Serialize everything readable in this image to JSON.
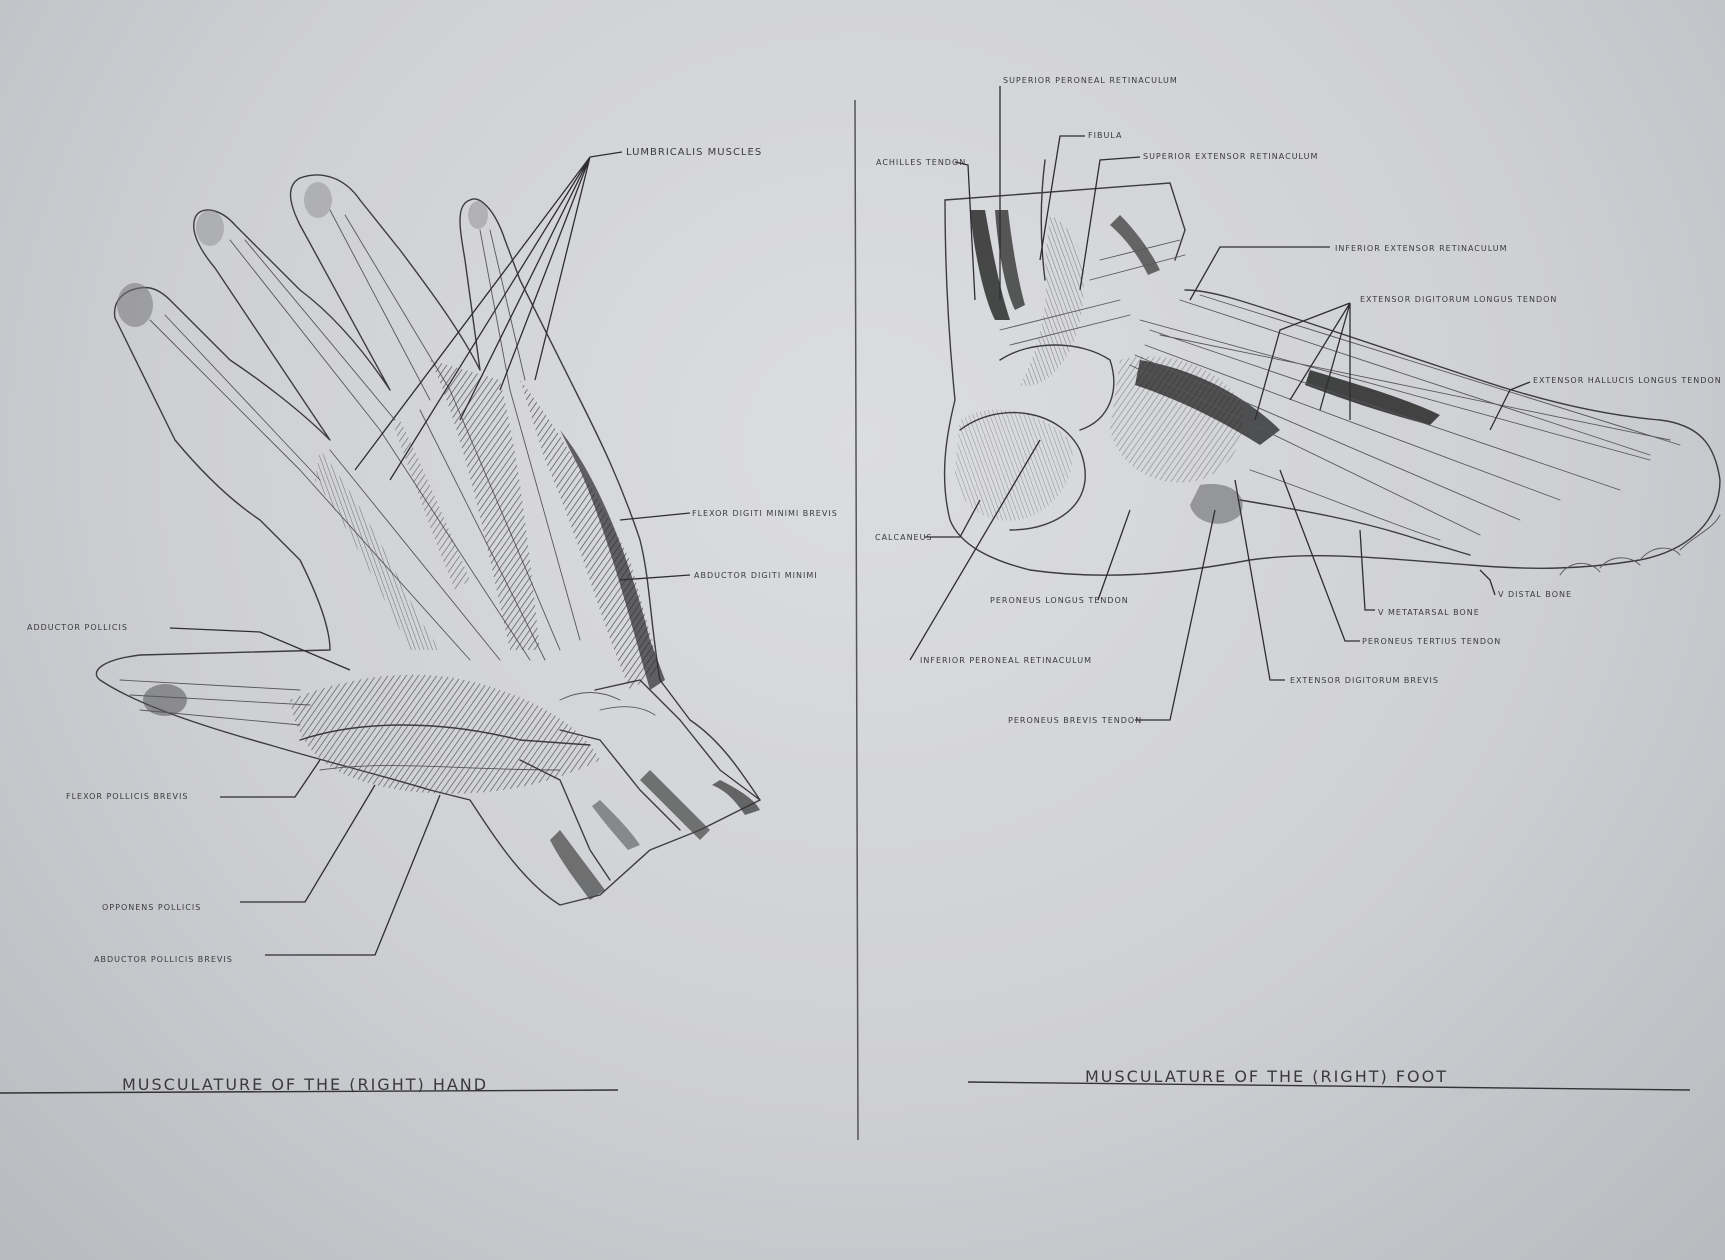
{
  "hand": {
    "title": "MUSCULATURE OF THE (RIGHT) HAND",
    "labels": {
      "lumbricalis": "LUMBRICALIS MUSCLES",
      "flexor_digiti": "FLEXOR DIGITI MINIMI BREVIS",
      "abductor_digiti": "ABDUCTOR DIGITI MINIMI",
      "adductor_pollicis": "ADDUCTOR POLLICIS",
      "flexor_pollicis": "FLEXOR POLLICIS BREVIS",
      "opponens": "OPPONENS POLLICIS",
      "abductor_pollicis": "ABDUCTOR POLLICIS BREVIS"
    }
  },
  "foot": {
    "title": "MUSCULATURE OF THE (RIGHT) FOOT",
    "labels": {
      "sup_peroneal": "SUPERIOR PERONEAL RETINACULUM",
      "fibula": "FIBULA",
      "sup_extensor": "SUPERIOR EXTENSOR RETINACULUM",
      "achilles": "ACHILLES TENDON",
      "inf_extensor": "INFERIOR EXTENSOR RETINACULUM",
      "ext_dig_longus": "EXTENSOR DIGITORUM LONGUS TENDON",
      "ext_hallucis": "EXTENSOR HALLUCIS LONGUS TENDON",
      "calcaneus": "CALCANEUS",
      "peroneus_longus": "PERONEUS LONGUS TENDON",
      "distal_bone": "V DISTAL BONE",
      "metatarsal": "V METATARSAL BONE",
      "peroneus_tertius": "PERONEUS TERTIUS TENDON",
      "ext_dig_brevis": "EXTENSOR DIGITORUM BREVIS",
      "inf_peroneal": "INFERIOR PERONEAL RETINACULUM",
      "peroneus_brevis": "PERONEUS BREVIS TENDON"
    }
  },
  "colors": {
    "paper": "#d6d7db",
    "pencil": "#3a3a3e"
  }
}
